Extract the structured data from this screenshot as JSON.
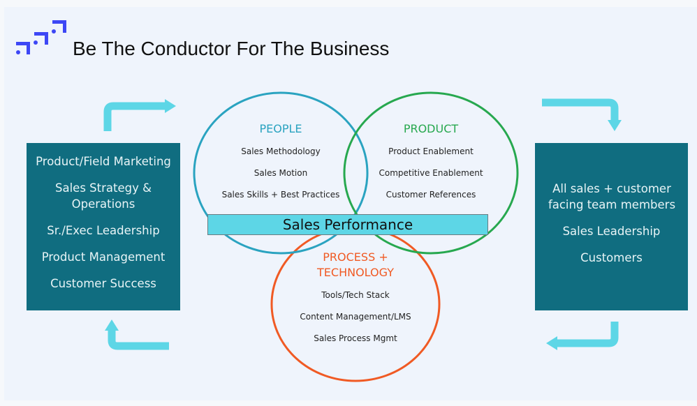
{
  "title": "Be The Conductor For The Business",
  "logo": {
    "icon": "stair-step-brackets-logo-icon",
    "color": "#3d47f5"
  },
  "colors": {
    "box_fill": "#106d80",
    "arrow": "#5dd6e6",
    "people": "#2aa3c0",
    "product": "#27a84f",
    "process": "#f05a24",
    "bar_fill": "#5dd6e6"
  },
  "left_box": {
    "items": [
      "Product/Field Marketing",
      "Sales Strategy & Operations",
      "Sr./Exec Leadership",
      "Product Management",
      "Customer Success"
    ]
  },
  "right_box": {
    "items": [
      "All sales + customer facing team members",
      "Sales Leadership",
      "Customers"
    ]
  },
  "circles": {
    "people": {
      "heading": "PEOPLE",
      "items": [
        "Sales Methodology",
        "Sales Motion",
        "Sales Skills + Best Practices"
      ]
    },
    "product": {
      "heading": "PRODUCT",
      "items": [
        "Product Enablement",
        "Competitive Enablement",
        "Customer References"
      ]
    },
    "process": {
      "heading_line1": "PROCESS +",
      "heading_line2": "TECHNOLOGY",
      "items": [
        "Tools/Tech Stack",
        "Content Management/LMS",
        "Sales Process Mgmt"
      ]
    }
  },
  "center_bar": {
    "label": "Sales Performance"
  },
  "arrows": [
    "left-box-to-circles",
    "circles-to-right-box",
    "right-box-return",
    "return-to-left-box"
  ]
}
